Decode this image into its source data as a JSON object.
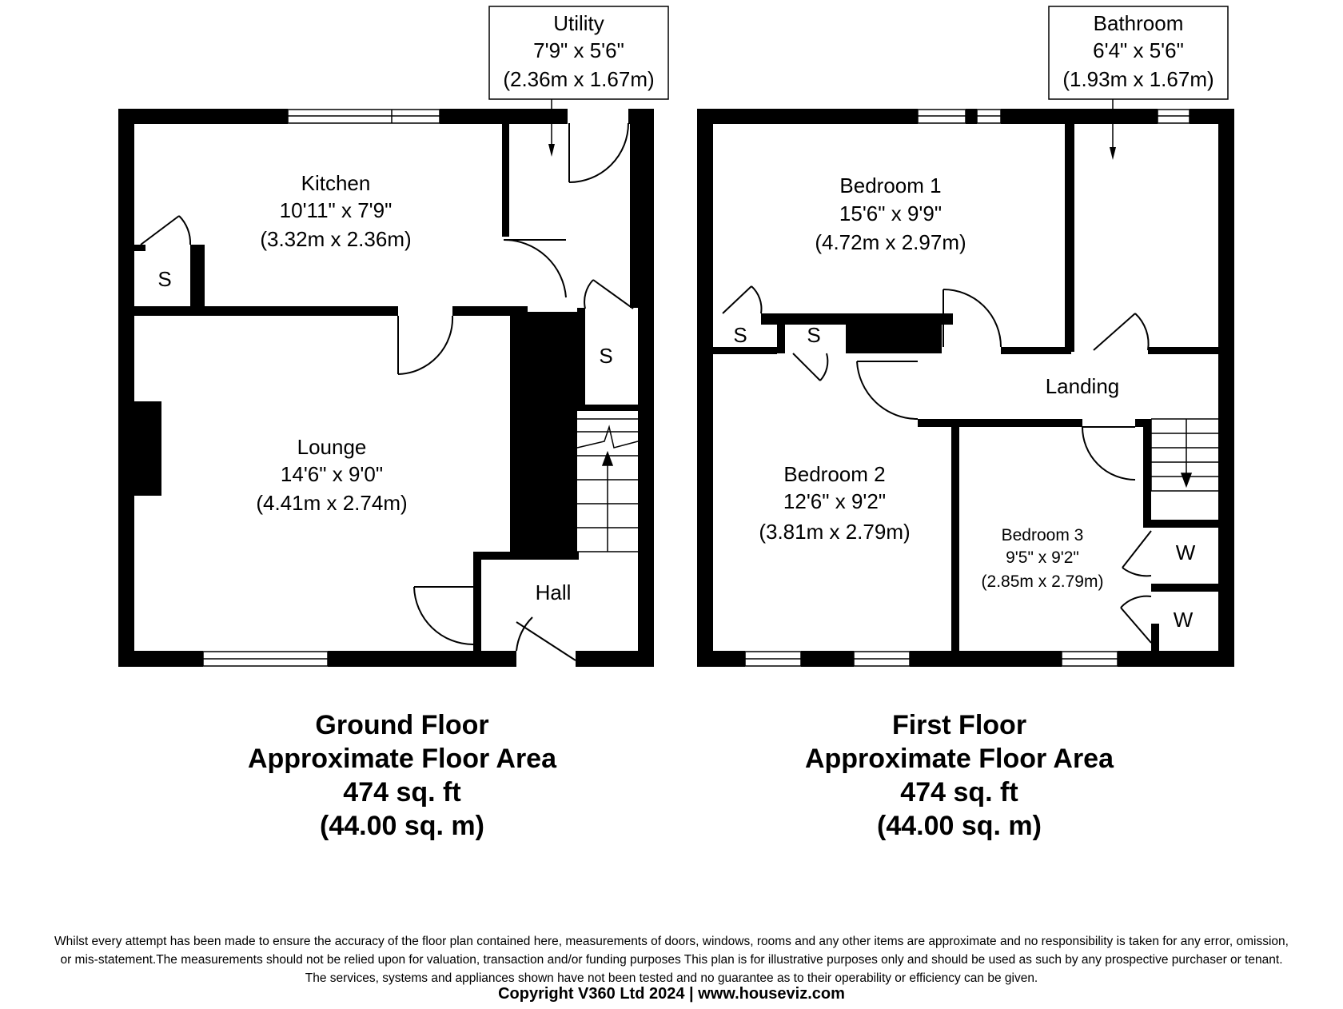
{
  "ground_floor": {
    "rooms": {
      "kitchen": {
        "name": "Kitchen",
        "imperial": "10'11\" x 7'9\"",
        "metric": "(3.32m x 2.36m)"
      },
      "lounge": {
        "name": "Lounge",
        "imperial": "14'6\" x 9'0\"",
        "metric": "(4.41m x 2.74m)"
      },
      "hall": {
        "name": "Hall"
      },
      "utility": {
        "name": "Utility",
        "imperial": "7'9\" x 5'6\"",
        "metric": "(2.36m x 1.67m)"
      },
      "store_kitchen": {
        "name": "S"
      },
      "store_hall": {
        "name": "S"
      }
    },
    "title": "Ground Floor",
    "area_label": "Approximate Floor Area",
    "area_imperial": "474 sq. ft",
    "area_metric": "(44.00 sq. m)"
  },
  "first_floor": {
    "rooms": {
      "bedroom1": {
        "name": "Bedroom 1",
        "imperial": "15'6\" x 9'9\"",
        "metric": "(4.72m x 2.97m)"
      },
      "bathroom": {
        "name": "Bathroom",
        "imperial": "6'4\" x 5'6\"",
        "metric": "(1.93m x 1.67m)"
      },
      "landing": {
        "name": "Landing"
      },
      "bedroom2": {
        "name": "Bedroom 2",
        "imperial": "12'6\" x 9'2\"",
        "metric": "(3.81m x 2.79m)"
      },
      "bedroom3": {
        "name": "Bedroom 3",
        "imperial": "9'5\" x 9'2\"",
        "metric": "(2.85m x 2.79m)"
      },
      "store1": {
        "name": "S"
      },
      "store2": {
        "name": "S"
      },
      "wardrobe1": {
        "name": "W"
      },
      "wardrobe2": {
        "name": "W"
      }
    },
    "title": "First Floor",
    "area_label": "Approximate Floor Area",
    "area_imperial": "474 sq. ft",
    "area_metric": "(44.00 sq. m)"
  },
  "disclaimer": {
    "line1": "Whilst every attempt has been made to ensure the accuracy of the floor plan contained here, measurements of doors, windows, rooms and any other items are approximate and no responsibility is taken for any error, omission,",
    "line2": "or mis-statement.The measurements should not be relied upon for valuation, transaction and/or funding purposes This plan is for illustrative purposes only and should be used as such by any prospective purchaser or tenant.",
    "line3": "The services, systems and appliances shown have not been tested and no guarantee as to their operability or efficiency can be given."
  },
  "copyright": "Copyright V360 Ltd 2024 | www.houseviz.com"
}
